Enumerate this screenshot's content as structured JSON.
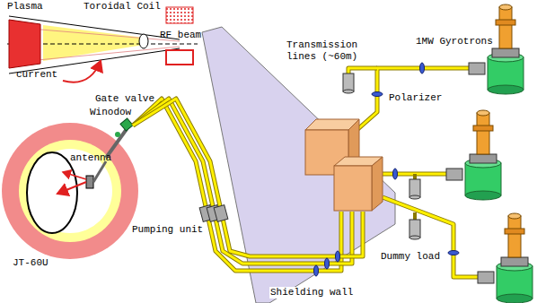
{
  "diagram": {
    "labels": [
      "Plasma",
      "Toroidal Coil",
      "RF beam",
      "current",
      "Transmission lines (~60m)",
      "1MW Gyrotrons",
      "Gate valve",
      "Winodow",
      "Polarizer",
      "antenna",
      "JT-60U",
      "Pumping unit",
      "Dummy load",
      "Shielding wall"
    ]
  }
}
